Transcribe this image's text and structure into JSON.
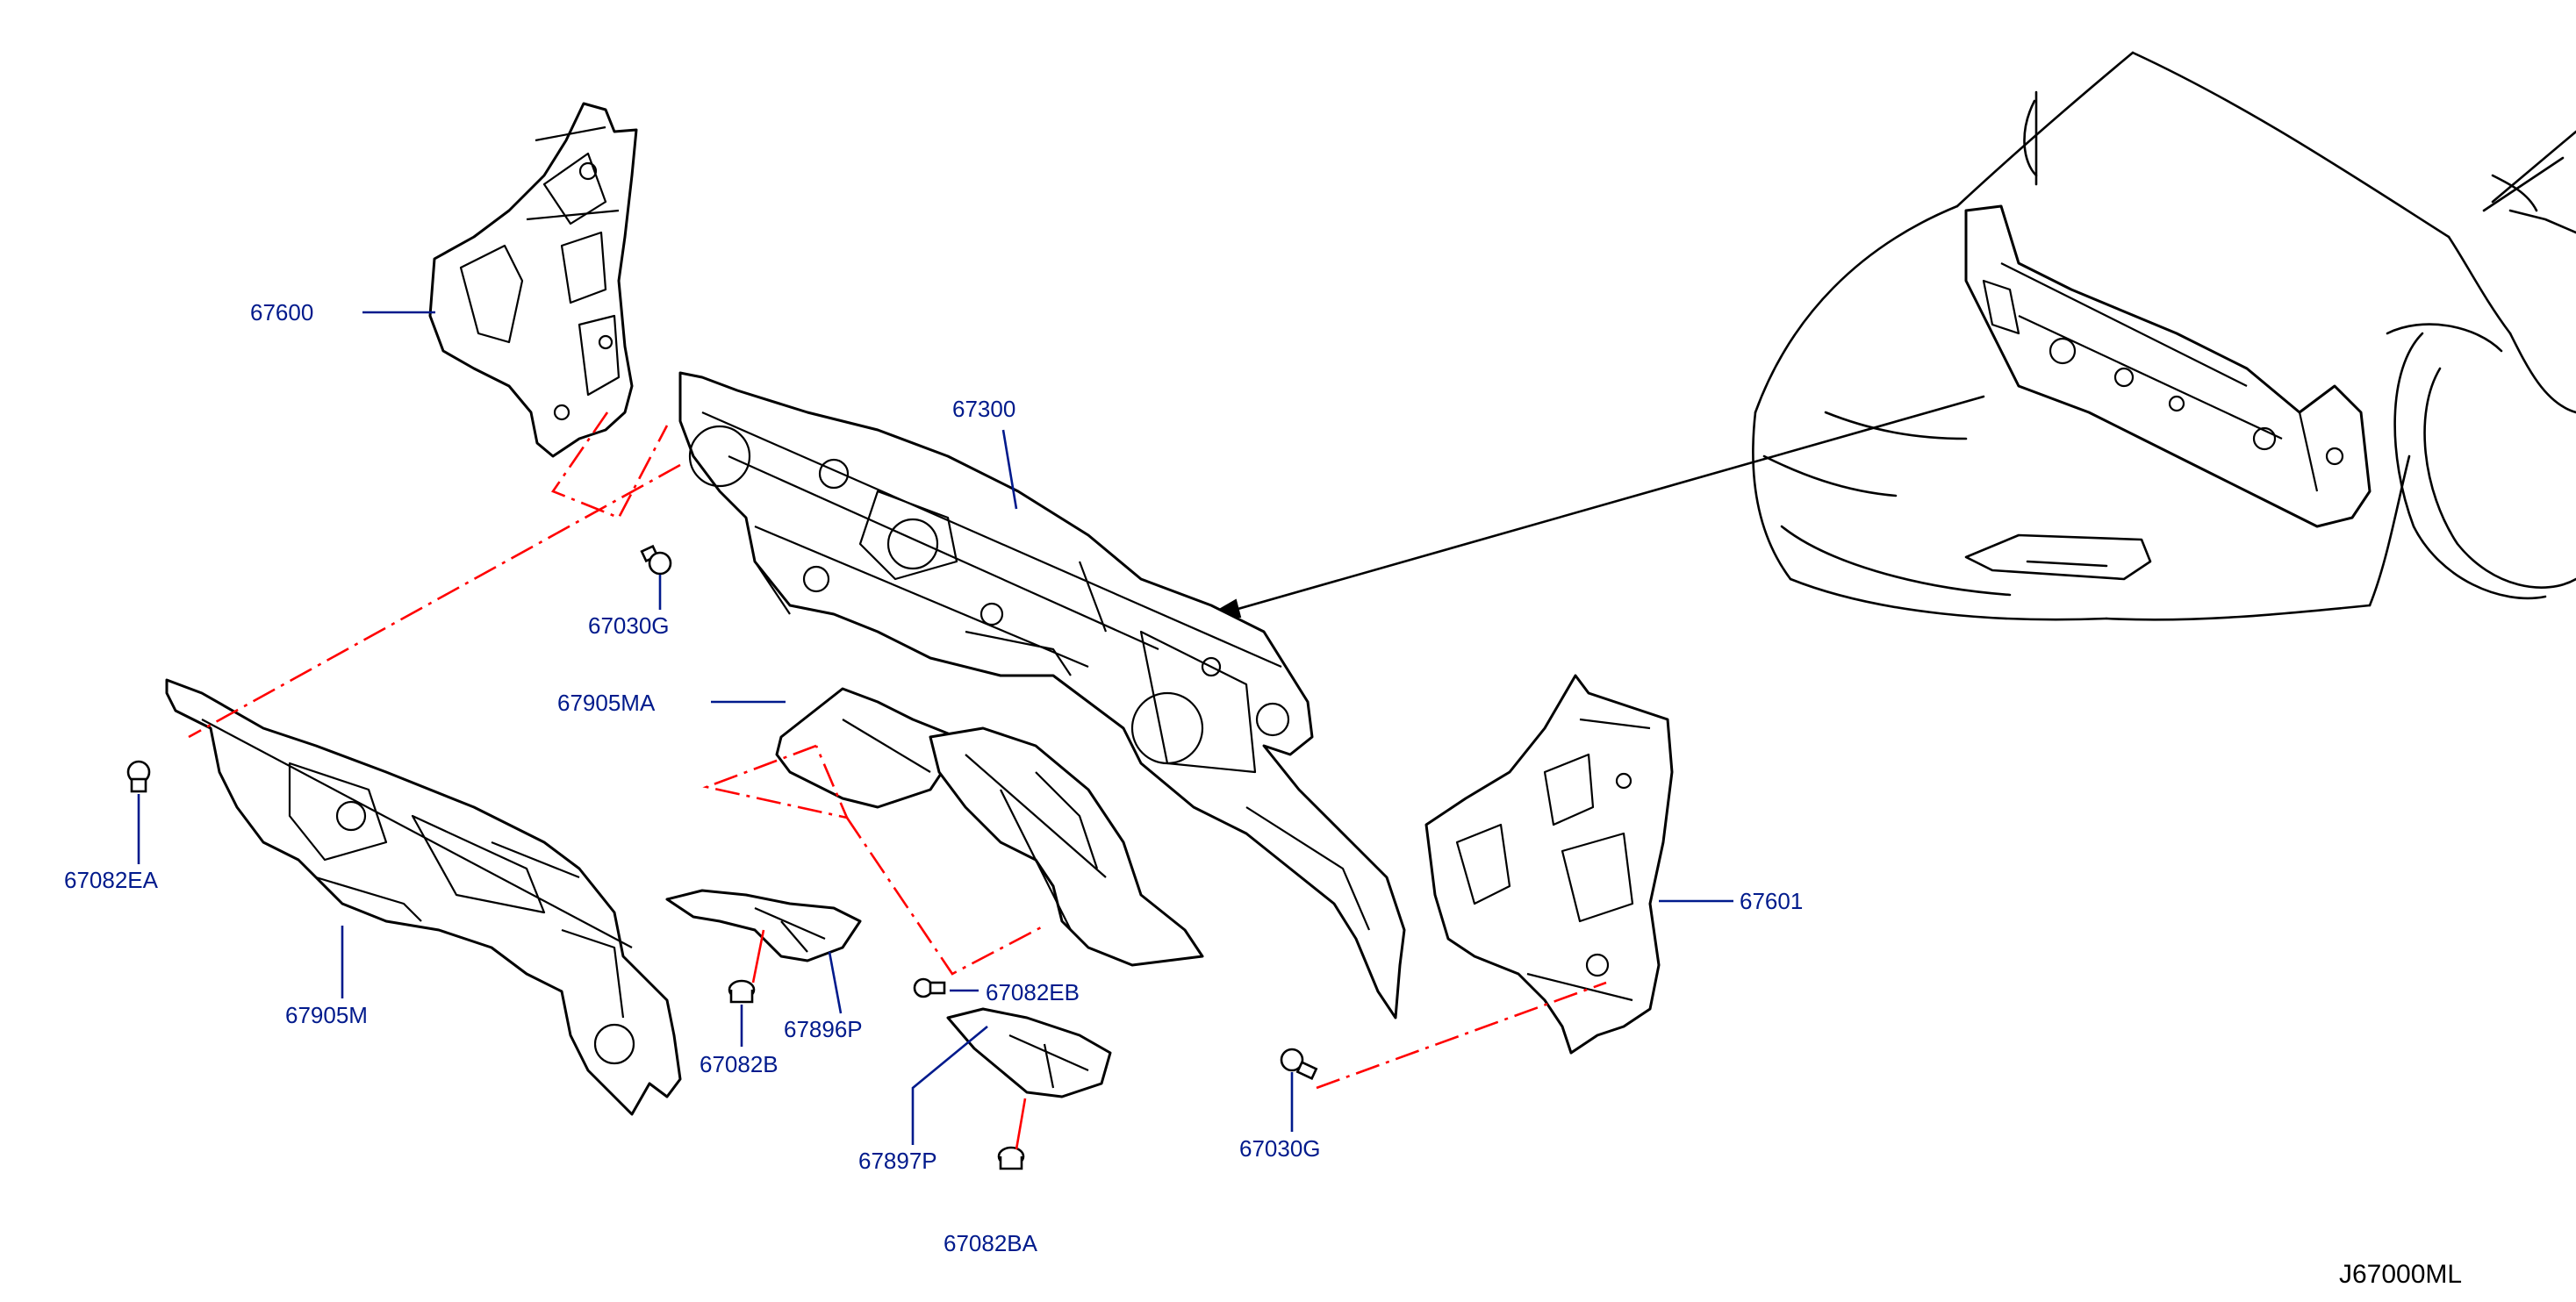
{
  "diagram_code": "J67000ML",
  "parts": [
    {
      "key": "p67600",
      "label": "67600"
    },
    {
      "key": "p67300",
      "label": "67300"
    },
    {
      "key": "p67030G_top",
      "label": "67030G"
    },
    {
      "key": "p67905MA",
      "label": "67905MA"
    },
    {
      "key": "p67082EA",
      "label": "67082EA"
    },
    {
      "key": "p67905M",
      "label": "67905M"
    },
    {
      "key": "p67082B",
      "label": "67082B"
    },
    {
      "key": "p67896P",
      "label": "67896P"
    },
    {
      "key": "p67082EB",
      "label": "67082EB"
    },
    {
      "key": "p67897P",
      "label": "67897P"
    },
    {
      "key": "p67082BA",
      "label": "67082BA"
    },
    {
      "key": "p67030G_bottom",
      "label": "67030G"
    },
    {
      "key": "p67601",
      "label": "67601"
    }
  ],
  "colors": {
    "label": "#001a8c",
    "dash_line": "#ff0000",
    "outline": "#000000"
  }
}
